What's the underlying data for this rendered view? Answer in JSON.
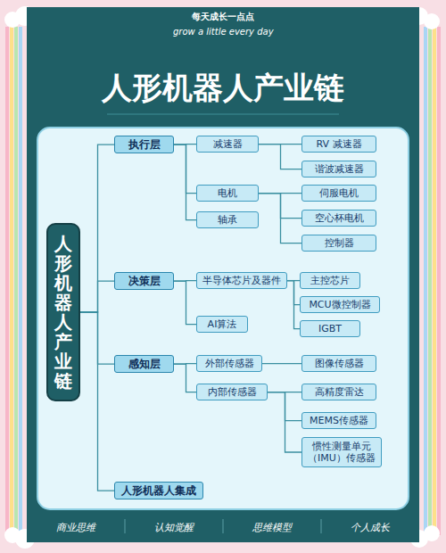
{
  "diagram": {
    "title": "人形机器人产业链",
    "nodes": [
      {
        "text": [
          "人形机器人产业链"
        ]
      },
      {
        "text": [
          "执行层"
        ]
      },
      {
        "text": [
          "减速器"
        ]
      },
      {
        "text": [
          "RV 减速器"
        ]
      },
      {
        "text": [
          "谐波减速器"
        ]
      },
      {
        "text": [
          "电机"
        ]
      },
      {
        "text": [
          "伺服电机"
        ]
      },
      {
        "text": [
          "空心杯电机"
        ]
      },
      {
        "text": [
          "轴承"
        ]
      },
      {
        "text": [
          "控制器"
        ]
      },
      {
        "text": [
          "决策层"
        ]
      },
      {
        "text": [
          "半导体芯片及器件"
        ]
      },
      {
        "text": [
          "主控芯片"
        ]
      },
      {
        "text": [
          "MCU微控制器"
        ]
      },
      {
        "text": [
          "IGBT"
        ]
      },
      {
        "text": [
          "AI算法"
        ]
      },
      {
        "text": [
          "感知层"
        ]
      },
      {
        "text": [
          "外部传感器"
        ]
      },
      {
        "text": [
          "图像传感器"
        ]
      },
      {
        "text": [
          "内部传感器"
        ]
      },
      {
        "text": [
          "高精度雷达"
        ]
      },
      {
        "text": [
          "MEMS传感器"
        ]
      },
      {
        "text": [
          "惯性测量单元（IMU）传感器"
        ]
      },
      {
        "text": [
          "人形机器人集成"
        ]
      }
    ],
    "edges": [
      {
        "from": 0,
        "to": 1,
        "arrow": "none"
      },
      {
        "from": 0,
        "to": 10,
        "arrow": "none"
      },
      {
        "from": 0,
        "to": 16,
        "arrow": "none"
      },
      {
        "from": 0,
        "to": 23,
        "arrow": "none"
      },
      {
        "from": 1,
        "to": 2,
        "arrow": "none"
      },
      {
        "from": 1,
        "to": 5,
        "arrow": "none"
      },
      {
        "from": 1,
        "to": 8,
        "arrow": "none"
      },
      {
        "from": 2,
        "to": 3,
        "arrow": "none"
      },
      {
        "from": 2,
        "to": 4,
        "arrow": "none"
      },
      {
        "from": 5,
        "to": 6,
        "arrow": "none"
      },
      {
        "from": 5,
        "to": 7,
        "arrow": "none"
      },
      {
        "from": 5,
        "to": 9,
        "arrow": "none"
      },
      {
        "from": 10,
        "to": 11,
        "arrow": "none"
      },
      {
        "from": 10,
        "to": 15,
        "arrow": "none"
      },
      {
        "from": 11,
        "to": 12,
        "arrow": "none"
      },
      {
        "from": 11,
        "to": 13,
        "arrow": "none"
      },
      {
        "from": 11,
        "to": 14,
        "arrow": "none"
      },
      {
        "from": 16,
        "to": 17,
        "arrow": "none"
      },
      {
        "from": 16,
        "to": 19,
        "arrow": "none"
      },
      {
        "from": 17,
        "to": 18,
        "arrow": "none"
      },
      {
        "from": 19,
        "to": 20,
        "arrow": "none"
      },
      {
        "from": 19,
        "to": 21,
        "arrow": "none"
      },
      {
        "from": 19,
        "to": 22,
        "arrow": "none"
      }
    ],
    "labels": [
      "每天成长一点点",
      "grow a little every day",
      "商业思维",
      "认知觉醒",
      "思维模型",
      "个人成长"
    ]
  }
}
